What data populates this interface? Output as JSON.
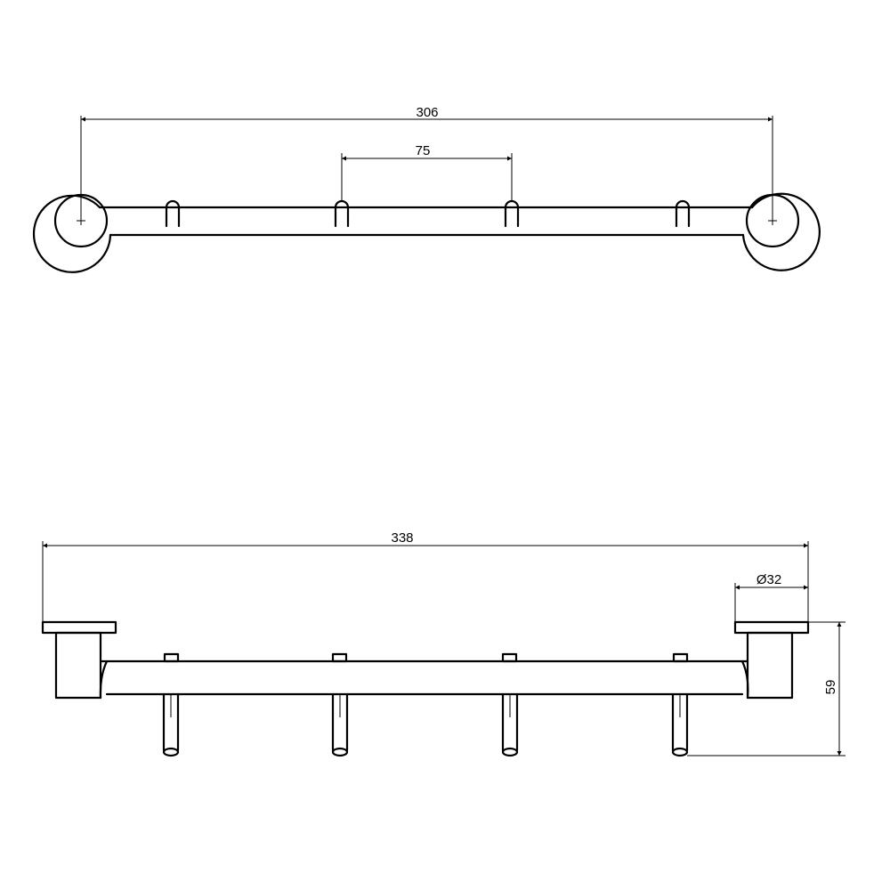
{
  "dimensions": {
    "top_overall": "306",
    "top_hook_spacing": "75",
    "front_overall": "338",
    "front_rosette_diameter": "Ø32",
    "front_height": "59"
  },
  "colors": {
    "line": "#000000",
    "background": "#ffffff"
  }
}
